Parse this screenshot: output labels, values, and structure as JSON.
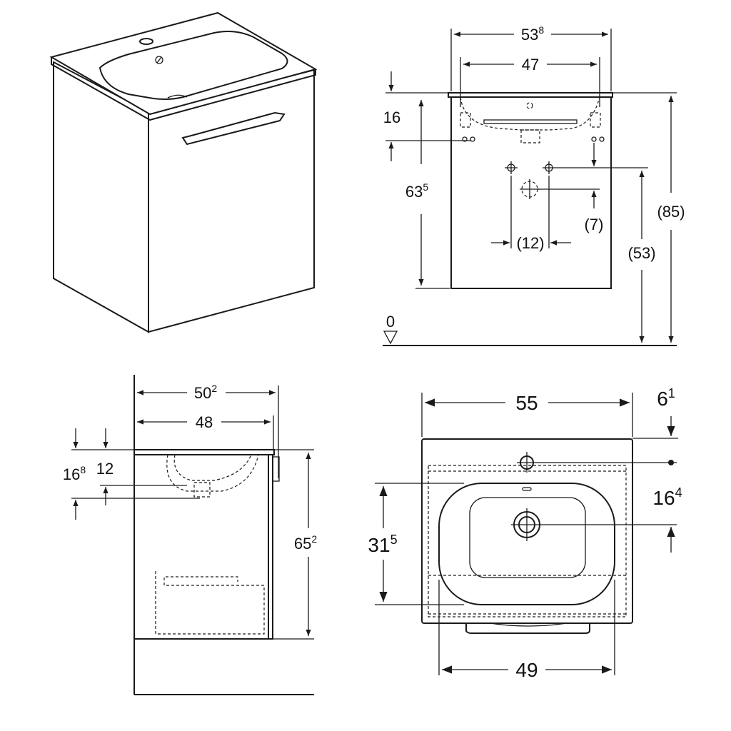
{
  "front_view": {
    "width_outer": {
      "base": "53",
      "sup": "8"
    },
    "width_inner": "47",
    "bowl_depth": "16",
    "cabinet_height": {
      "base": "63",
      "sup": "5"
    },
    "floor_label": "0",
    "total_height": "(85)",
    "outlet_height": "(53)",
    "outlet_offset": "(7)",
    "hole_spacing": "(12)"
  },
  "side_view": {
    "depth_outer": {
      "base": "50",
      "sup": "2"
    },
    "depth_inner": "48",
    "bowl_depth_outer": {
      "base": "16",
      "sup": "8"
    },
    "bowl_depth_inner": "12",
    "height": {
      "base": "65",
      "sup": "2"
    }
  },
  "top_view": {
    "width": "55",
    "tap_offset": {
      "base": "6",
      "sup": "1"
    },
    "drain_offset": {
      "base": "16",
      "sup": "4"
    },
    "bowl_depth": {
      "base": "31",
      "sup": "5"
    },
    "bowl_width": "49"
  }
}
